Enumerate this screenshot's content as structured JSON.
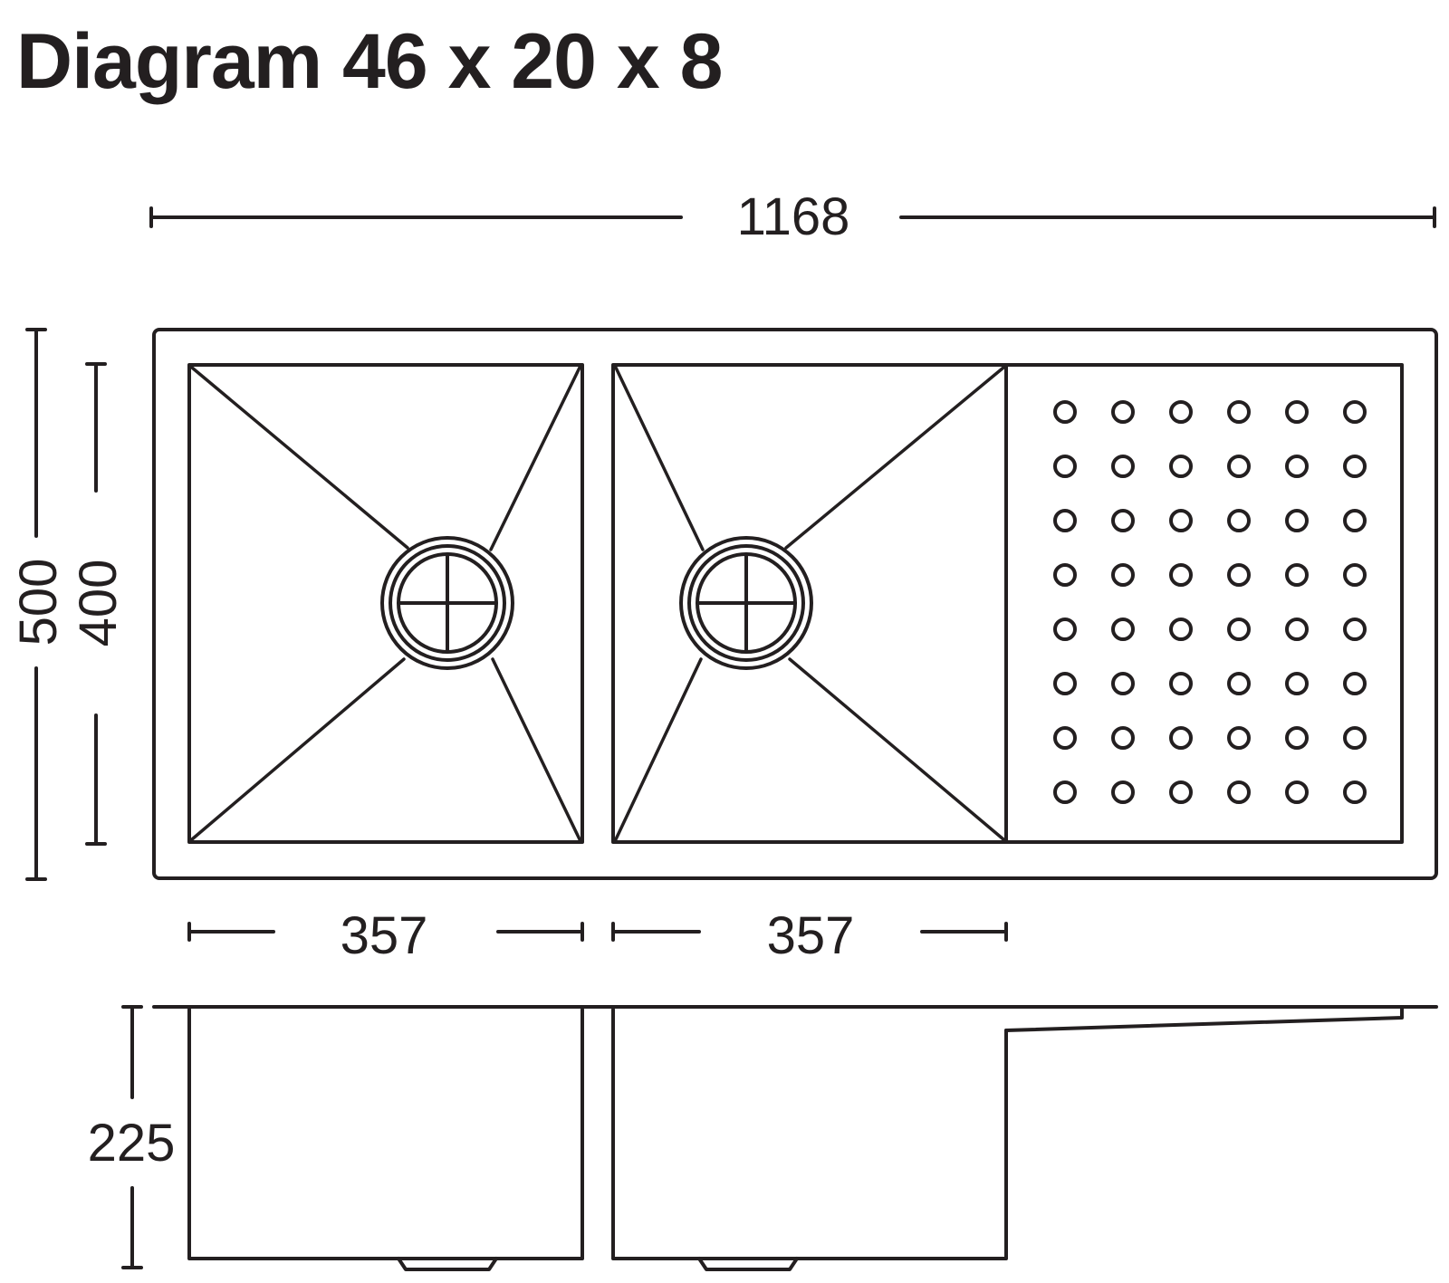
{
  "title": "Diagram 46 x 20 x 8",
  "dimensions": {
    "overall_width": "1168",
    "overall_depth": "500",
    "bowl_depth": "400",
    "bowl1_width": "357",
    "bowl2_width": "357",
    "bowl_height": "225"
  },
  "colors": {
    "line": "#231f20",
    "background": "#ffffff"
  },
  "drainer": {
    "rows": 8,
    "cols": 6
  }
}
